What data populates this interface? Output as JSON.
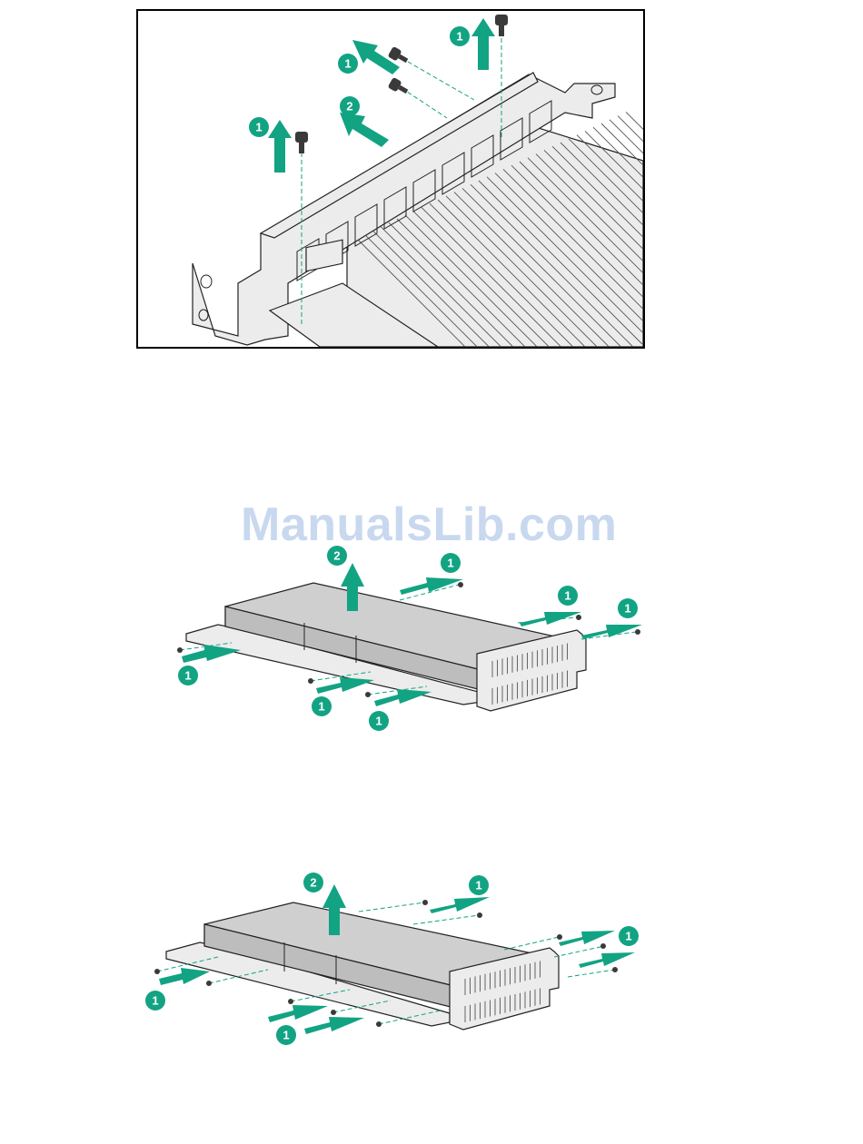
{
  "watermark": "ManualsLib.com",
  "figures": [
    {
      "name": "bracket-removal-figure",
      "callouts": [
        {
          "step": "1"
        },
        {
          "step": "1"
        },
        {
          "step": "2"
        },
        {
          "step": "1"
        }
      ]
    },
    {
      "name": "card-cover-removal-figure-a",
      "callouts": [
        {
          "step": "2"
        },
        {
          "step": "1"
        },
        {
          "step": "1"
        },
        {
          "step": "1"
        },
        {
          "step": "1"
        },
        {
          "step": "1"
        },
        {
          "step": "1"
        }
      ]
    },
    {
      "name": "card-cover-removal-figure-b",
      "callouts": [
        {
          "step": "2"
        },
        {
          "step": "1"
        },
        {
          "step": "1"
        },
        {
          "step": "1"
        },
        {
          "step": "1"
        }
      ]
    }
  ],
  "colors": {
    "accent": "#12a383",
    "outline": "#222222",
    "watermark": "#c8d8ef"
  }
}
